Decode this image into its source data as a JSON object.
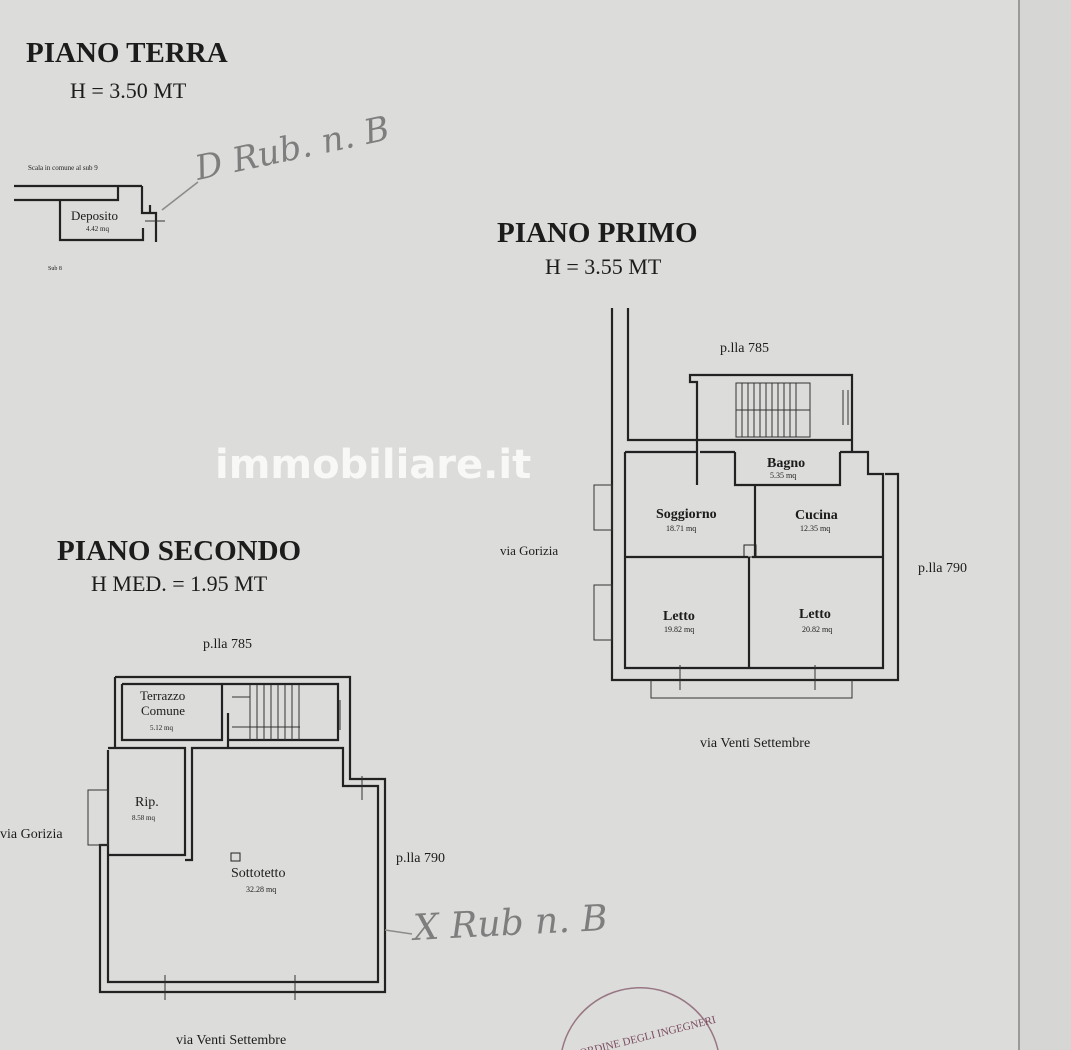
{
  "ground_floor": {
    "title": "PIANO TERRA",
    "height": "H = 3.50 MT",
    "note": "Scala in comune al sub 9",
    "room": "Deposito",
    "area": "4.42 mq",
    "sub": "Sub 8",
    "handwriting": "D Rub. n. B"
  },
  "first_floor": {
    "title": "PIANO PRIMO",
    "height": "H = 3.55 MT",
    "north": "p.lla 785",
    "east": "p.lla 790",
    "west": "via Gorizia",
    "south": "via Venti Settembre",
    "rooms": [
      {
        "name": "Bagno",
        "area": "5.35 mq"
      },
      {
        "name": "Soggiorno",
        "area": "18.71 mq"
      },
      {
        "name": "Cucina",
        "area": "12.35 mq"
      },
      {
        "name": "Letto",
        "area": "19.82 mq"
      },
      {
        "name": "Letto",
        "area": "20.82 mq"
      }
    ]
  },
  "second_floor": {
    "title": "PIANO SECONDO",
    "height": "H MED. = 1.95 MT",
    "north": "p.lla 785",
    "east": "p.lla 790",
    "west": "via Gorizia",
    "south": "via Venti Settembre",
    "rooms": [
      {
        "name": "Terrazzo",
        "name2": "Comune",
        "area": "5.12 mq"
      },
      {
        "name": "Rip.",
        "area": "8.58 mq"
      },
      {
        "name": "Sottotetto",
        "area": "32.28 mq"
      }
    ],
    "handwriting": "X Rub n. B"
  },
  "watermark": "immobiliare.it",
  "stamp": "ORDINE DEGLI INGEGNERI"
}
